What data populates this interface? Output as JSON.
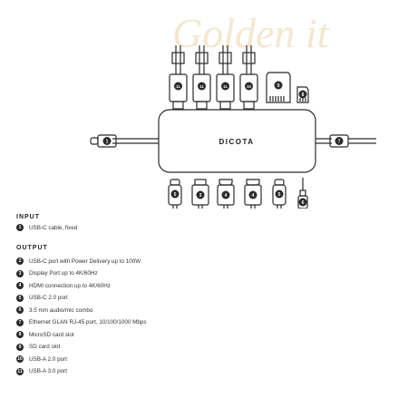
{
  "watermark": "Golden it",
  "brand": "DICOTA",
  "badges": {
    "top": [
      "11",
      "11",
      "11",
      "10",
      "9",
      "8"
    ],
    "left": "1",
    "right": "7",
    "bottom": [
      "5",
      "3",
      "4",
      "4",
      "5",
      "6"
    ]
  },
  "legend": {
    "input_heading": "INPUT",
    "input_items": [
      {
        "num": "1",
        "text": "USB-C cable, fixed"
      }
    ],
    "output_heading": "OUTPUT",
    "output_items": [
      {
        "num": "2",
        "text": "USB-C port with Power Delivery up to 100W"
      },
      {
        "num": "3",
        "text": "Display Port up to 4K/60Hz"
      },
      {
        "num": "4",
        "text": "HDMI connection up to 4K/60Hz"
      },
      {
        "num": "5",
        "text": "USB-C 2.0 port"
      },
      {
        "num": "6",
        "text": "3.5 mm audio/mic combo"
      },
      {
        "num": "7",
        "text": "Ethernet GLAN RJ-45 port, 10/100/1000 Mbps"
      },
      {
        "num": "8",
        "text": "MicroSD card slot"
      },
      {
        "num": "9",
        "text": "SD card slot"
      },
      {
        "num": "10",
        "text": "USB-A 2.0 port"
      },
      {
        "num": "11",
        "text": "USB-A 3.0 port"
      }
    ]
  }
}
